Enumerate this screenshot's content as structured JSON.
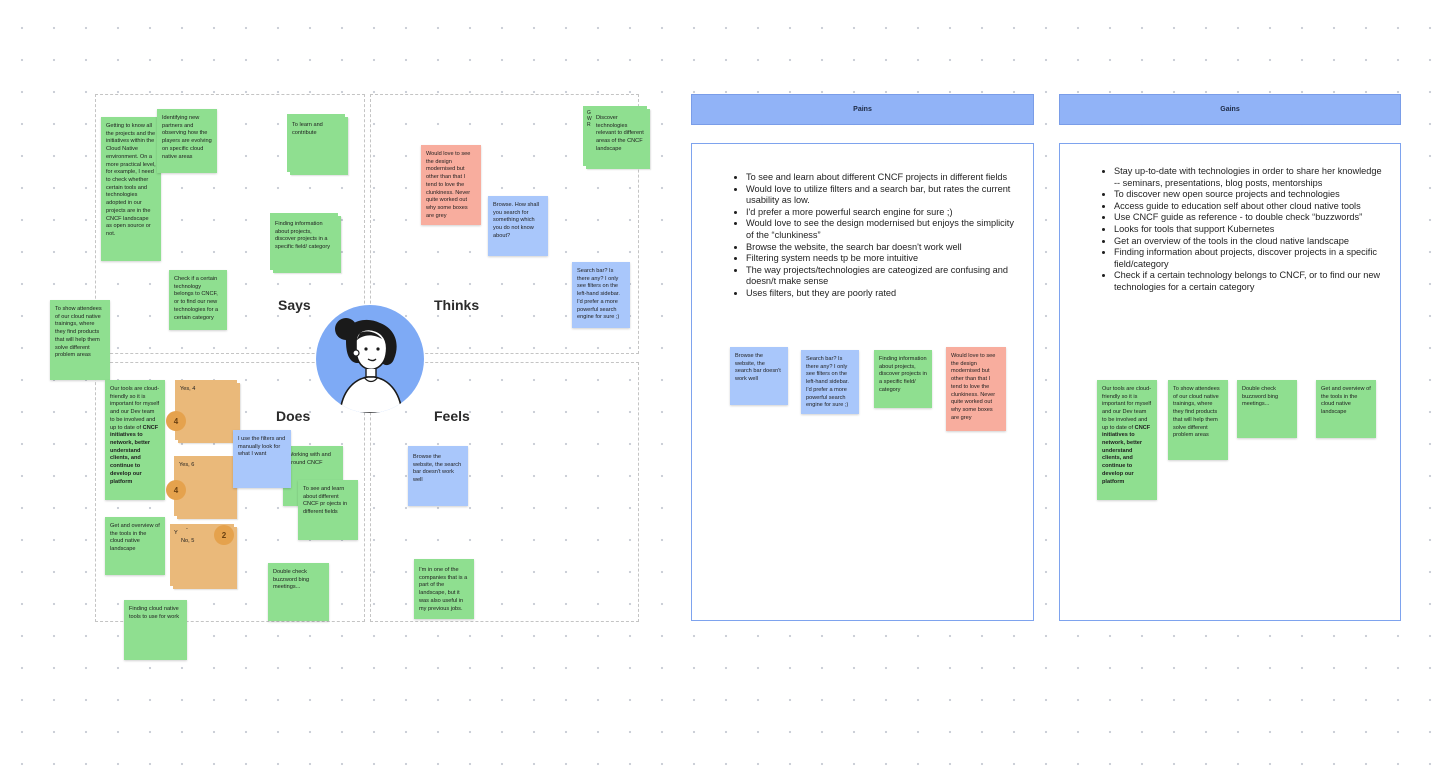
{
  "empathy_map": {
    "quadrants": {
      "says": "Says",
      "thinks": "Thinks",
      "does": "Does",
      "feels": "Feels"
    },
    "says_notes": [
      "Getting to know all the projects and the initiatives within the Cloud Native environment. On a more practical level, for example, I need to check whether certain tools and technologies adopted in our projects are in the CNCF landscape as open source or not.",
      "Identifying new partners and observing how the players are evolving on specific cloud native areas",
      "To learn and contribute",
      "Finding information about projects, discover projects in a specific field/ category",
      "Check if a certain technology belongs to CNCF, or to find our new technologies for a certain category",
      "To show attendees of our cloud native trainings, where they find products that will help them solve different problem areas"
    ],
    "thinks_notes": [
      "Would love to see the design modernised but other than that I tend to love the clunkiness. Never quite worked out why some boxes are grey",
      "Browse. How shall you search for something which you do not know about?",
      "Discover technologies relevant to different areas of the CNCF landscape",
      "Search bar? Is there any? I only see filters on the left-hand sidebar. I'd prefer a more powerful search engine for sure ;)"
    ],
    "does_notes": {
      "cloud_friendly": "Our tools are cloud-friendly so it is important for myself and our Dev team to be involved and up to date of ",
      "cloud_friendly_bold": "CNCF initiatives to network, better understand clients, and continue to develop our platform",
      "overview": "Get and overview of the tools in the cloud native landscape",
      "finding_tools": "Finding cloud native tools to use for work",
      "filters": "I use the filters and manually look for what I want",
      "working_with": "Working with and around CNCF",
      "see_learn": "To see and learn about different CNCF pr ojects in different fields",
      "double_check": "Double check buzzword bing meetings...",
      "vote1": "Yes, 4",
      "vote2": "Yes, 6",
      "vote3_y": "Y",
      "vote3_dash": "-",
      "vote3_no": "No, 5",
      "badge1": "4",
      "badge2": "4",
      "badge3": "2",
      "gwr": "G\nW\nR"
    },
    "feels_notes": [
      "Browse the website, the search bar doesn't work well",
      "I'm in one of the companies that is a part of the landscape, but it was also useful in my previous jobs."
    ]
  },
  "pains": {
    "title": "Pains",
    "bullets": [
      "To see and learn about different CNCF projects in different fields",
      "Would love to utilize filters and a search bar, but rates the current usability as low.",
      "I'd prefer a more powerful search engine for sure ;)",
      "Would love to see the design modernised but enjoys the simplicity of the “clunkiness”",
      "Browse the website, the search bar doesn't work well",
      "Filtering system needs tp be more intuitive",
      "The way projects/technologies are cateogized are confusing and doesn/t make sense",
      "Uses filters, but they are poorly rated"
    ],
    "notes": [
      "Browse the website, the search bar doesn't work well",
      "Search bar? Is there any? I only see filters on the left-hand sidebar. I'd prefer a more powerful search engine for sure ;)",
      "Finding information about projects, discover projects in a specific field/ category",
      "Would love to see the design modernised but other than that I tend to love the clunkiness. Never quite worked out why some boxes are grey"
    ]
  },
  "gains": {
    "title": "Gains",
    "bullets": [
      "Stay up-to-date with technologies in order to share her knowledge -- seminars, presentations, blog posts, mentorships",
      "To discover new open source projects and technologies",
      "Access guide to education self about other cloud native tools",
      " Use CNCF guide as reference - to double check “buzzwords”",
      "Looks for tools that support Kubernetes",
      "Get an overview of the tools in the cloud native landscape",
      "Finding information about projects, discover projects in a specific field/category",
      "Check if a certain technology belongs to CNCF, or to find our new technologies for a certain category"
    ],
    "notes": {
      "cloud_friendly": "Our tools are cloud-friendly so it is important for myself and our Dev team to be involved and up to date of ",
      "cloud_friendly_bold": "CNCF initiatives to network, better understand clients, and continue to develop our platform",
      "show_attendees": "To show attendees of our cloud native trainings, where they find products that will help them solve different problem areas",
      "double_check": "Double check buzzword bing meetings...",
      "overview": "Get and overview of the tools in the cloud native landscape"
    }
  },
  "colors": {
    "sticky_green": "#8fdf90",
    "sticky_red": "#f8ad9e",
    "sticky_blue": "#a9c7fb",
    "sticky_orange": "#eab97a",
    "header_blue": "#91b3f7",
    "avatar_bg": "#7eaaf5"
  }
}
